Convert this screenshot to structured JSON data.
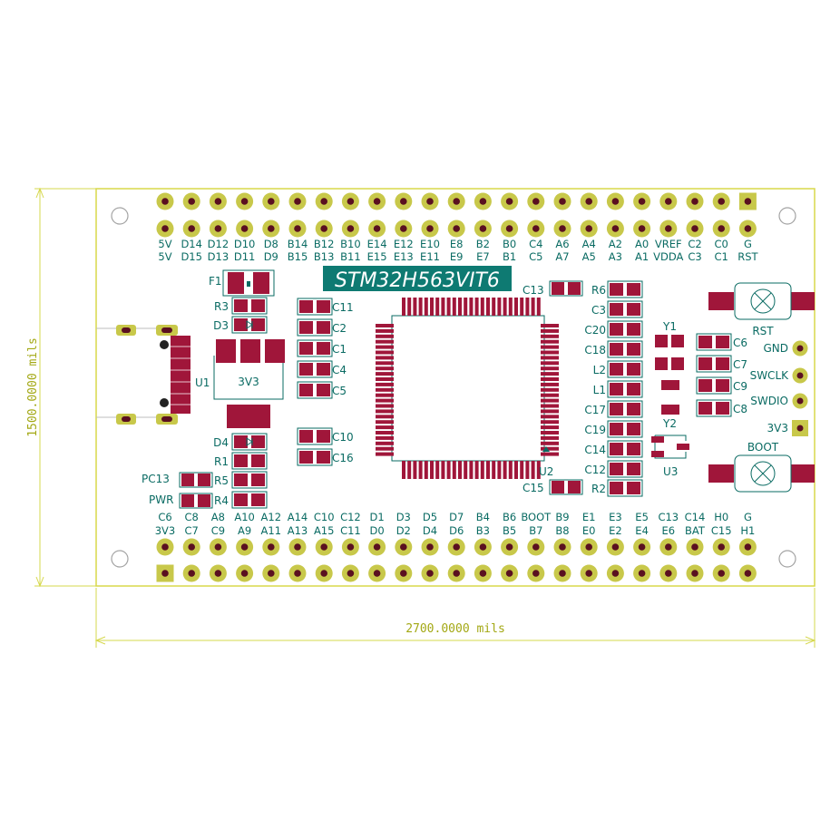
{
  "dimensions": {
    "width_label": "2700.0000 mils",
    "height_label": "1500.0000 mils"
  },
  "chip": {
    "title": "STM32H563VIT6"
  },
  "top_header": {
    "row1": [
      "5V",
      "D14",
      "D12",
      "D10",
      "D8",
      "B14",
      "B12",
      "B10",
      "E14",
      "E12",
      "E10",
      "E8",
      "B2",
      "B0",
      "C4",
      "A6",
      "A4",
      "A2",
      "A0",
      "VREF",
      "C2",
      "C0",
      "G"
    ],
    "row2": [
      "5V",
      "D15",
      "D13",
      "D11",
      "D9",
      "B15",
      "B13",
      "B11",
      "E15",
      "E13",
      "E11",
      "E9",
      "E7",
      "B1",
      "C5",
      "A7",
      "A5",
      "A3",
      "A1",
      "VDDA",
      "C3",
      "C1",
      "RST"
    ]
  },
  "bottom_header": {
    "row1": [
      "C6",
      "C8",
      "A8",
      "A10",
      "A12",
      "A14",
      "C10",
      "C12",
      "D1",
      "D3",
      "D5",
      "D7",
      "B4",
      "B6",
      "BOOT",
      "B9",
      "E1",
      "E3",
      "E5",
      "C13",
      "C14",
      "H0",
      "G"
    ],
    "row2": [
      "3V3",
      "C7",
      "C9",
      "A9",
      "A11",
      "A13",
      "A15",
      "C11",
      "D0",
      "D2",
      "D4",
      "D6",
      "B3",
      "B5",
      "B7",
      "B8",
      "E0",
      "E2",
      "E4",
      "E6",
      "BAT",
      "C15",
      "H1"
    ]
  },
  "designators": {
    "F1": "F1",
    "R3": "R3",
    "D3": "D3",
    "U1": "U1",
    "reg": "3V3",
    "D4": "D4",
    "R1": "R1",
    "R5": "R5",
    "R4": "R4",
    "PC13": "PC13",
    "PWR": "PWR",
    "C11": "C11",
    "C2": "C2",
    "C1": "C1",
    "C4": "C4",
    "C5": "C5",
    "C10": "C10",
    "C16": "C16",
    "C13": "C13",
    "R6": "R6",
    "C3": "C3",
    "C20": "C20",
    "C18": "C18",
    "L2": "L2",
    "L1": "L1",
    "C17": "C17",
    "C19": "C19",
    "C14": "C14",
    "C12": "C12",
    "R2": "R2",
    "C15": "C15",
    "U2": "U2",
    "Y1": "Y1",
    "Y2": "Y2",
    "U3": "U3",
    "C6": "C6",
    "C7": "C7",
    "C9": "C9",
    "C8": "C8"
  },
  "buttons": {
    "rst": "RST",
    "boot": "BOOT"
  },
  "swd": {
    "gnd": "GND",
    "swclk": "SWCLK",
    "swdio": "SWDIO",
    "v33": "3V3"
  },
  "colors": {
    "board_outline": "#d8d84a",
    "pad": "#c8c84a",
    "copper": "#a0163a",
    "silk": "#0a6b63",
    "chip_label_bg": "#0e7a72"
  }
}
